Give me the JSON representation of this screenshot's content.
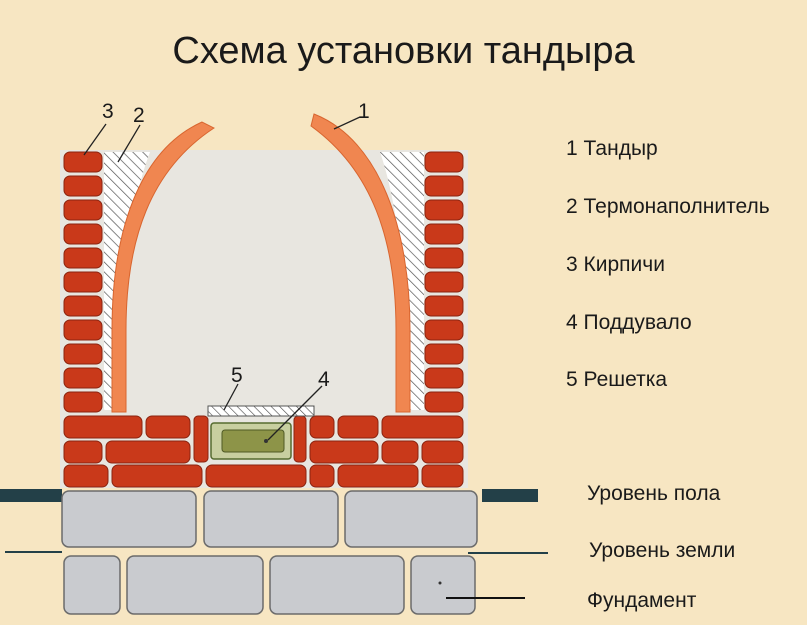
{
  "title": "Схема установки тандыра",
  "legend": [
    {
      "num": "1",
      "text": "Тандыр"
    },
    {
      "num": "2",
      "text": "Термонаполнитель"
    },
    {
      "num": "3",
      "text": "Кирпичи"
    },
    {
      "num": "4",
      "text": "Поддувало"
    },
    {
      "num": "5",
      "text": "Решетка"
    }
  ],
  "levels": {
    "floor": "Уровень пола",
    "ground": "Уровень земли",
    "foundation": "Фундамент"
  },
  "callouts": {
    "c1": "1",
    "c2": "2",
    "c3": "3",
    "c4": "4",
    "c5": "5"
  },
  "colors": {
    "background": "#f7e6c2",
    "brick": "#c9391a",
    "tandoor": "#f08650",
    "stone": "#c9cbcf",
    "filler_hatch": "#555555",
    "ash_pit": "#9aa26a"
  }
}
